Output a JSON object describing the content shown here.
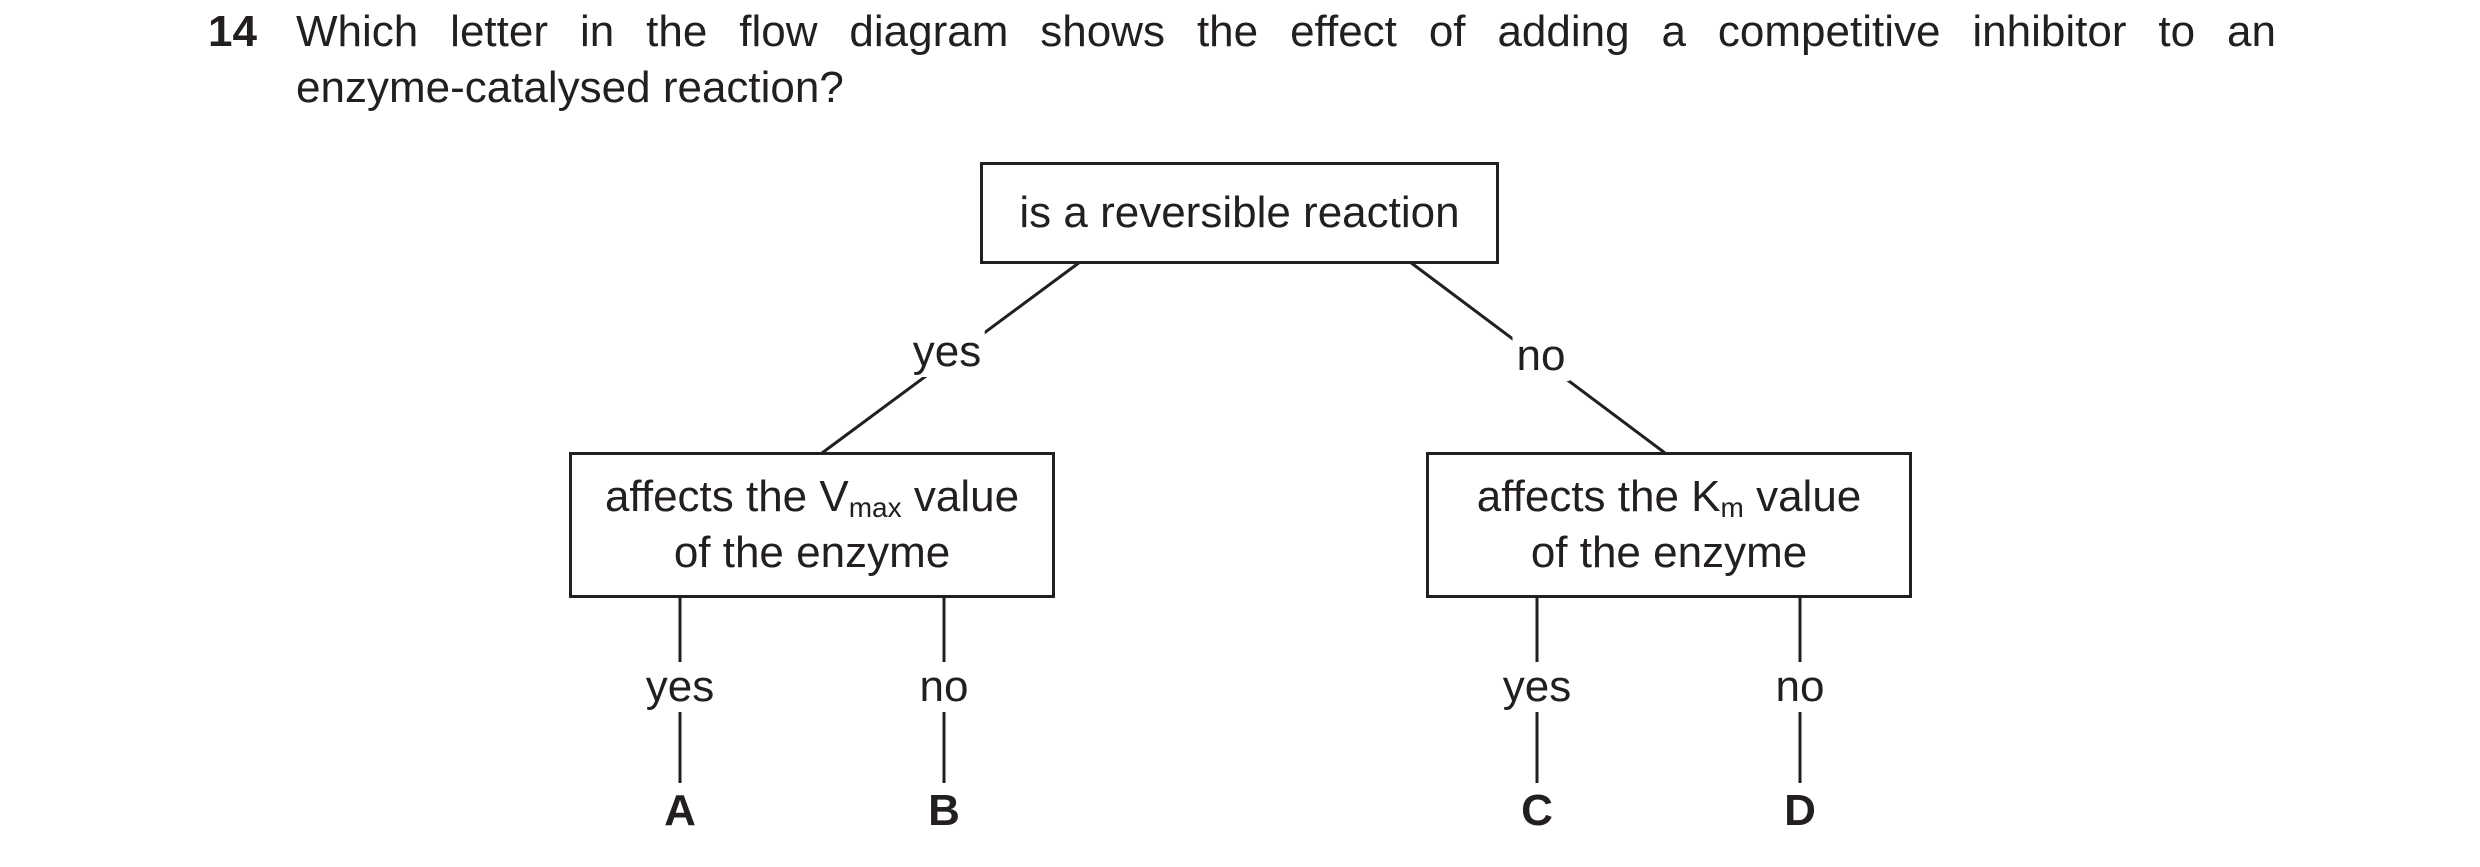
{
  "question": {
    "number": "14",
    "line1": "Which letter in the flow diagram shows the effect of adding a competitive inhibitor to an",
    "line2": "enzyme-catalysed reaction?"
  },
  "diagram": {
    "top_box": "is a reversible reaction",
    "left_branch_label": "yes",
    "right_branch_label": "no",
    "left_box": {
      "line1_pre": "affects the V",
      "line1_sub": "max",
      "line1_post": " value",
      "line2": "of the enzyme"
    },
    "right_box": {
      "line1_pre": "affects the K",
      "line1_sub": "m",
      "line1_post": " value",
      "line2": "of the enzyme"
    },
    "leaf_labels": {
      "a": "yes",
      "b": "no",
      "c": "yes",
      "d": "no"
    },
    "letters": {
      "a": "A",
      "b": "B",
      "c": "C",
      "d": "D"
    }
  }
}
